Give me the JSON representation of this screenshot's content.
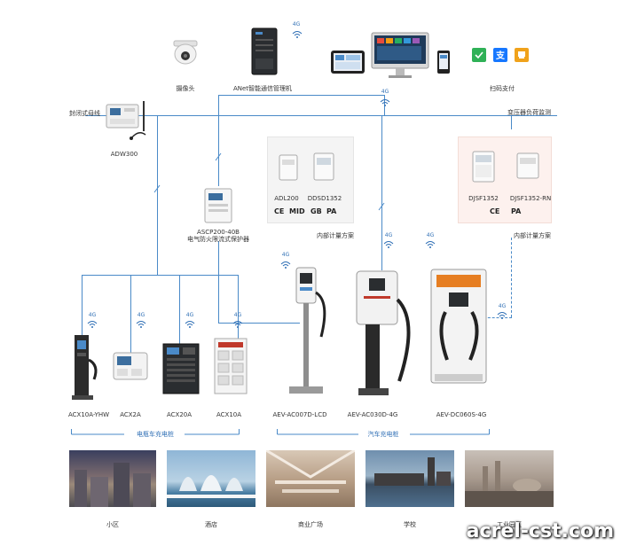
{
  "top": {
    "signal_4g": "4G",
    "camera_label": "摄像头",
    "gateway_label": "ANet智能通信管理机",
    "payment_label": "扫码支付",
    "bus_left_label": "封闭式母线",
    "bus_right_label": "变压器负荷监测",
    "meter_label": "ADW300",
    "bus_signal": "4G"
  },
  "metering": {
    "left_panel": {
      "items": [
        "ADL200",
        "DDSD1352"
      ],
      "certs": [
        "CE",
        "MID",
        "GB",
        "PA"
      ],
      "caption": "内部计量方案"
    },
    "right_panel": {
      "items": [
        "DJSF1352",
        "DJSF1352-RN"
      ],
      "certs": [
        "CE",
        "PA"
      ],
      "caption": "内部计量方案"
    }
  },
  "protector": {
    "model": "ASCP200-40B",
    "desc": "电气防火限流式保护器"
  },
  "ebike": {
    "devices": [
      {
        "label": "ACX10A-YHW",
        "signal": "4G"
      },
      {
        "label": "ACX2A",
        "signal": "4G"
      },
      {
        "label": "ACX20A",
        "signal": "4G"
      },
      {
        "label": "ACX10A",
        "signal": "4G"
      }
    ],
    "group_label": "电瓶车充电桩"
  },
  "car": {
    "devices": [
      {
        "label": "AEV-AC007D-LCD",
        "signal": "4G"
      },
      {
        "label": "AEV-AC030D-4G",
        "signal": "4G"
      },
      {
        "label": "AEV-DC060S-4G",
        "signal": "4G"
      }
    ],
    "extra_signal": "4G",
    "group_label": "汽车充电桩"
  },
  "scenes": [
    {
      "label": "小区",
      "color": "#6d6a70"
    },
    {
      "label": "酒店",
      "color": "#7fa7c4"
    },
    {
      "label": "商业广场",
      "color": "#b39a82"
    },
    {
      "label": "学校",
      "color": "#5d7590"
    },
    {
      "label": "工业园区",
      "color": "#9a8f86"
    }
  ],
  "watermark": "acrel-cst.com",
  "colors": {
    "line": "#4a8ac8",
    "label_blue": "#2f6fb5"
  }
}
